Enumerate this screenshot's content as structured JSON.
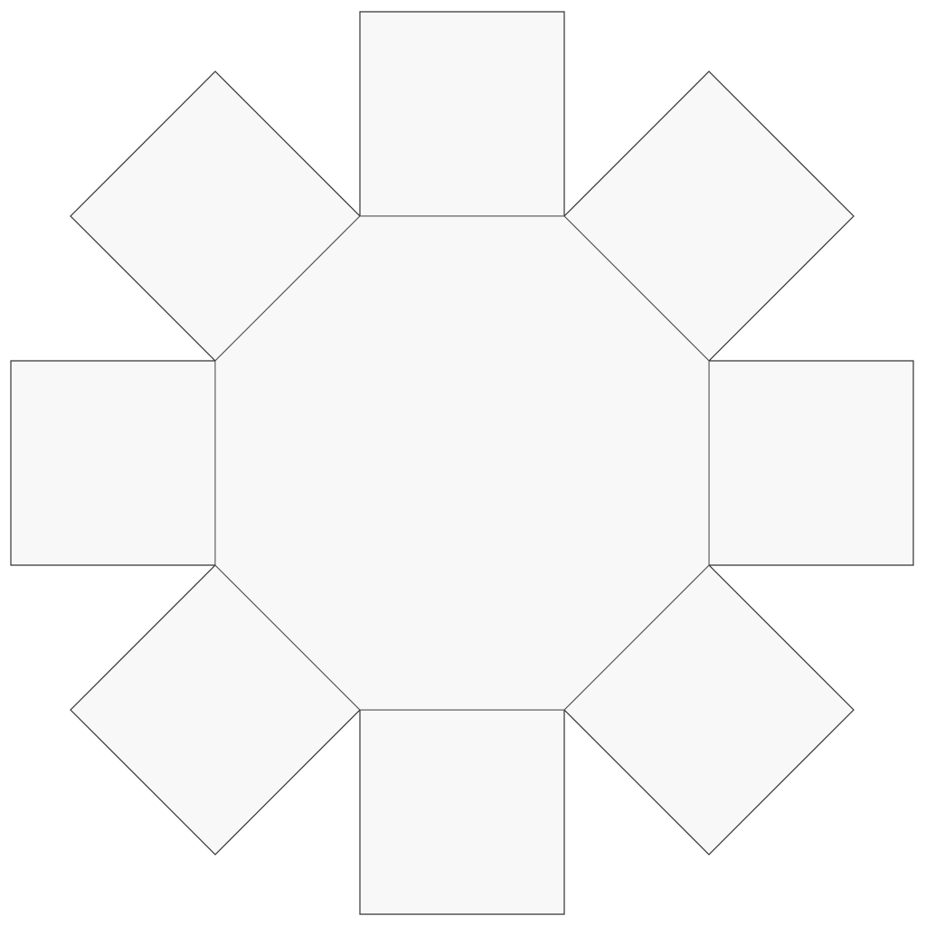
{
  "diagram": {
    "type": "net",
    "description_shape": "regular octagon with a square attached to each of its eight edges",
    "colors": {
      "background": "#ffffff",
      "face_fill": "#f8f8f8",
      "square_edge": "#333333",
      "octagon_edge": "#555555"
    },
    "faces": [
      {
        "shape": "octagon",
        "role": "center"
      },
      {
        "shape": "square",
        "position": "top"
      },
      {
        "shape": "square",
        "position": "top-right"
      },
      {
        "shape": "square",
        "position": "right"
      },
      {
        "shape": "square",
        "position": "bottom-right"
      },
      {
        "shape": "square",
        "position": "bottom"
      },
      {
        "shape": "square",
        "position": "bottom-left"
      },
      {
        "shape": "square",
        "position": "left"
      },
      {
        "shape": "square",
        "position": "top-left"
      }
    ]
  }
}
